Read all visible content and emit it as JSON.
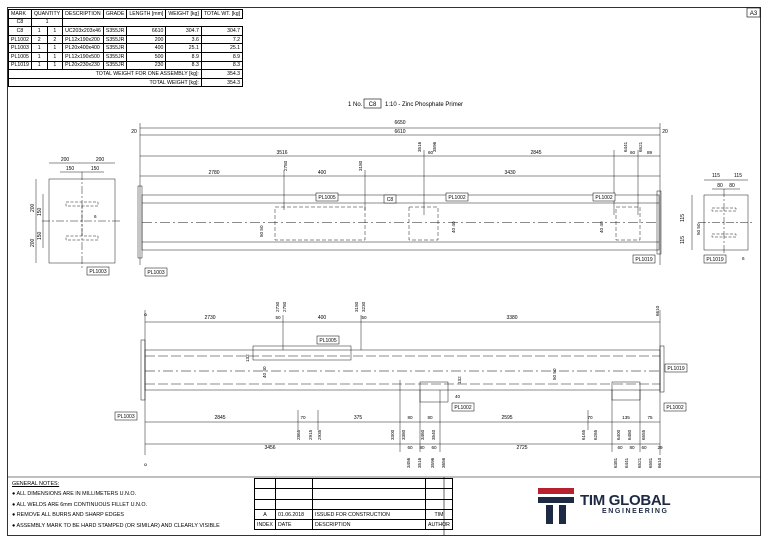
{
  "sheet_size": "A3",
  "bom": {
    "headers": [
      "MARK",
      "QUANTITY",
      "DESCRIPTION",
      "GRADE",
      "LENGTH [mm]",
      "WEIGHT [kg]",
      "TOTAL WT. [kg]"
    ],
    "assembly_mark": "C8",
    "assembly_qty": "1",
    "rows": [
      {
        "mark": "C8",
        "q1": "1",
        "q2": "1",
        "desc": "UC203x203x46",
        "grade": "S355JR",
        "len": "6610",
        "wt": "304.7",
        "total": "304.7"
      },
      {
        "mark": "PL1002",
        "q1": "2",
        "q2": "2",
        "desc": "PL12x190x200",
        "grade": "S355JR",
        "len": "200",
        "wt": "3.6",
        "total": "7.2"
      },
      {
        "mark": "PL1003",
        "q1": "1",
        "q2": "1",
        "desc": "PL20x400x400",
        "grade": "S355JR",
        "len": "400",
        "wt": "25.1",
        "total": "25.1"
      },
      {
        "mark": "PL1005",
        "q1": "1",
        "q2": "1",
        "desc": "PL12x190x500",
        "grade": "S355JR",
        "len": "500",
        "wt": "8.9",
        "total": "8.9"
      },
      {
        "mark": "PL1019",
        "q1": "1",
        "q2": "1",
        "desc": "PL20x230x230",
        "grade": "S355JR",
        "len": "230",
        "wt": "8.3",
        "total": "8.3"
      }
    ],
    "assembly_weight_label": "TOTAL WEIGHT FOR ONE ASSEMBLY [kg]:",
    "assembly_weight": "354.3",
    "total_weight_label": "TOTAL WEIGHT [kg]:",
    "total_weight": "354.3"
  },
  "title": {
    "prefix": "1 No.",
    "mark": "C8",
    "suffix": "1:10 - Zinc Phosphate Primer"
  },
  "labels": {
    "pl1002": "PL1002",
    "pl1003": "PL1003",
    "pl1005": "PL1005",
    "pl1019": "PL1019",
    "c8": "C8"
  },
  "top_view_dims": {
    "overall": "6650",
    "member": "6610",
    "end_left": "20",
    "end_right": "20",
    "d3516": "3516",
    "d2845": "2845",
    "d2780a": "2780",
    "d400": "400",
    "d3180": "3180",
    "d3430": "3430",
    "d3516v": "3516",
    "d60": "60",
    "d3596": "3596",
    "d6441": "6441",
    "d60b": "60",
    "d6521": "6521",
    "d89": "89",
    "d5050": "50 50",
    "d4040a": "40 40",
    "d4040b": "40 40"
  },
  "left_view_dims": {
    "w200a": "200",
    "w200b": "200",
    "w150a": "150",
    "w150b": "150",
    "h200a": "200",
    "h150a": "150",
    "h150b": "150",
    "h200b": "200",
    "weld": "6"
  },
  "right_view_dims": {
    "w115a": "115",
    "w115b": "115",
    "w80a": "80",
    "w80b": "80",
    "h115a": "115",
    "h115b": "115",
    "h5050": "50 50",
    "weld": "6"
  },
  "bottom_view_dims": {
    "zero_a": "0",
    "v2730": "2730",
    "v2780": "2780",
    "v3180": "3180",
    "v3230": "3230",
    "d2730": "2730",
    "d50a": "50",
    "d400": "400",
    "d50b": "50",
    "d3380": "3380",
    "d6610": "6610",
    "d132": "132",
    "d132b": "132",
    "d40": "40",
    "d4040": "40 40",
    "d5050": "50 50",
    "d2845": "2845",
    "d70a": "70",
    "d375": "375",
    "d80a": "80",
    "d80b": "80",
    "d2595": "2595",
    "d70b": "70",
    "d135": "135",
    "d75": "75",
    "v2865": "2865",
    "v2915": "2915",
    "v2935": "2935",
    "v3300": "3300",
    "v3380": "3380",
    "v3460": "3460",
    "v3540": "3540",
    "v6165": "6165",
    "v6265": "6265",
    "v6400": "6400",
    "v6480": "6480",
    "v6555": "6555",
    "d3456": "3456",
    "d2725": "2725",
    "d60a": "60",
    "d80c": "80",
    "d60b": "60",
    "d60c": "60",
    "d80d": "80",
    "d60d": "60",
    "d29": "29",
    "zero_b": "0",
    "b3456": "3456",
    "b3516": "3516",
    "b3596": "3596",
    "b3656": "3656",
    "b6381": "6381",
    "b6441": "6441",
    "b6521": "6521",
    "b6581": "6581",
    "b6610": "6610"
  },
  "notes": {
    "heading": "GENERAL NOTES:",
    "items": [
      "ALL DIMENSIONS ARE IN MILLIMETERS U.N.O.",
      "ALL WELDS ARE 6mm CONTINUOUS FILLET U.N.O.",
      "REMOVE ALL BURRS AND SHARP EDGES",
      "ASSEMBLY MARK TO BE HARD STAMPED (OR SIMILAR) AND CLEARLY VISIBLE"
    ]
  },
  "revision": {
    "row": {
      "index": "A",
      "date": "01.06.2018",
      "desc": "ISSUED FOR CONSTRUCTION",
      "author": "TIM"
    },
    "headers": {
      "index": "INDEX",
      "date": "DATE",
      "desc": "DESCRIPTION",
      "author": "AUTHOR"
    }
  },
  "logo": {
    "name": "TIM GLOBAL",
    "sub": "ENGINEERING",
    "brand_red": "#b8202d",
    "brand_dark": "#1d2a44"
  }
}
